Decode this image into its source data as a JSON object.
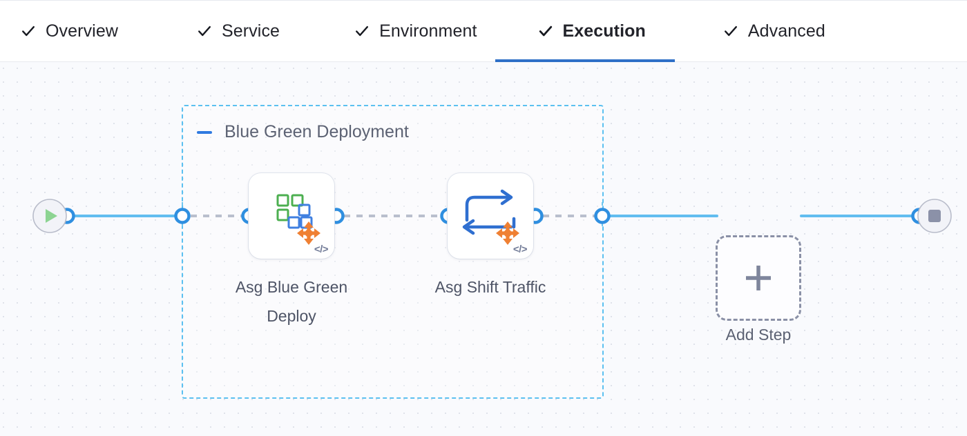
{
  "tabs": [
    {
      "label": "Overview",
      "icon": "check-icon",
      "completed": true,
      "active": false
    },
    {
      "label": "Service",
      "icon": "check-icon",
      "completed": true,
      "active": false
    },
    {
      "label": "Environment",
      "icon": "check-icon",
      "completed": true,
      "active": false
    },
    {
      "label": "Execution",
      "icon": "check-icon",
      "completed": true,
      "active": true
    },
    {
      "label": "Advanced",
      "icon": "check-icon",
      "completed": true,
      "active": false
    }
  ],
  "canvas": {
    "group": {
      "title": "Blue Green Deployment",
      "collapse_icon": "minus-icon",
      "border_color": "#5bc0f0"
    },
    "start_node": {
      "name": "pipeline-start",
      "icon": "play-icon",
      "icon_color": "#86d08a"
    },
    "end_node": {
      "name": "pipeline-end",
      "icon": "stop-icon",
      "icon_color": "#8b91a8"
    },
    "steps": [
      {
        "label": "Asg Blue Green Deploy",
        "icon": "asg-blue-green-deploy-icon",
        "badge": "</>",
        "colors": {
          "green": "#4caf50",
          "blue": "#3f7fe0",
          "orange": "#ef8033"
        }
      },
      {
        "label": "Asg Shift Traffic",
        "icon": "asg-shift-traffic-icon",
        "badge": "</>",
        "colors": {
          "blue": "#3f7fe0",
          "orange": "#ef8033"
        }
      }
    ],
    "add_step": {
      "label": "Add Step",
      "icon": "plus-icon"
    },
    "edge_colors": {
      "solid": "#62bdf0",
      "dashed": "#b9bfcd",
      "port": "#2f8fe0"
    }
  }
}
